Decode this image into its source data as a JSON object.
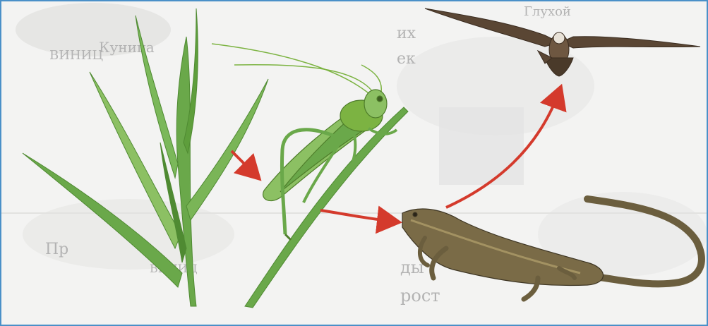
{
  "colors": {
    "frame_border": "#4a90c8",
    "background": "#f3f3f2",
    "arrow": "#d43a2c",
    "grass": "#5e9e3c",
    "grass_light": "#8cc063",
    "grasshopper": "#7cb342",
    "lizard": "#6b5e3e",
    "hawk": "#5a4634"
  },
  "background_text": {
    "top_left_label": "Куница",
    "top_left_mirrored": "ВИНИЦ",
    "top_right_label": "Глухой",
    "mid_text_1": "их",
    "mid_text_2": "ек",
    "bottom_left_1": "Пр",
    "bottom_left_2": "ВИНИЦ",
    "bottom_right_1": "ды",
    "bottom_right_2": "рост"
  },
  "diagram": {
    "nodes": [
      "grass",
      "grasshopper",
      "lizard",
      "hawk"
    ],
    "edges": [
      {
        "from": "grass",
        "to": "grasshopper"
      },
      {
        "from": "grasshopper",
        "to": "lizard"
      },
      {
        "from": "lizard",
        "to": "hawk"
      }
    ]
  }
}
